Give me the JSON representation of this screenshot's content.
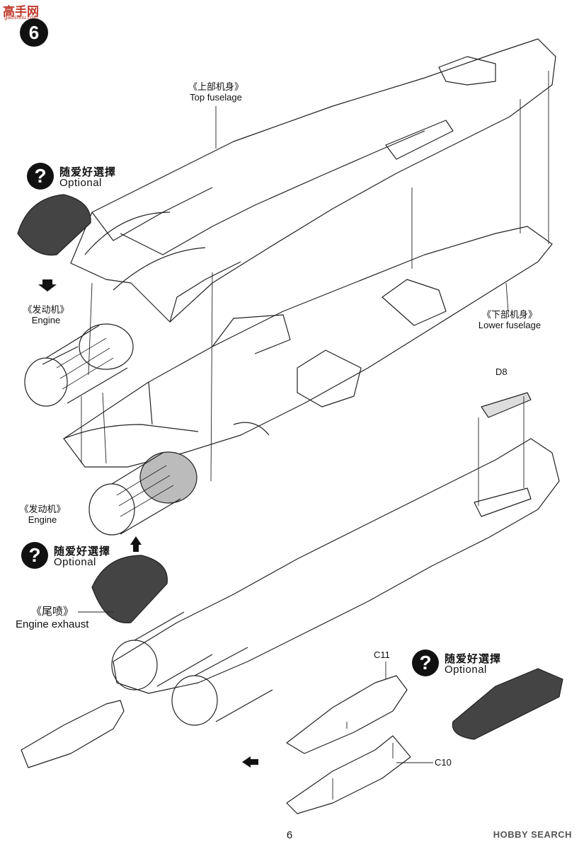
{
  "watermark": {
    "main": "高手网",
    "sub": "gaoshou.com"
  },
  "step_number": "6",
  "labels": {
    "top_fuselage": {
      "cn": "《上部机身》",
      "en": "Top fuselage"
    },
    "lower_fuselage": {
      "cn": "《下部机身》",
      "en": "Lower fuselage"
    },
    "engine_1": {
      "cn": "《发动机》",
      "en": "Engine"
    },
    "engine_2": {
      "cn": "《发动机》",
      "en": "Engine"
    },
    "exhaust": {
      "cn": "《尾喷》",
      "en": "Engine exhaust"
    }
  },
  "optional_badges": [
    {
      "icon": "question-mark-icon",
      "cn": "随爱好選擇",
      "en": "Optional"
    },
    {
      "icon": "question-mark-icon",
      "cn": "随爱好選擇",
      "en": "Optional"
    },
    {
      "icon": "question-mark-icon",
      "cn": "随爱好選擇",
      "en": "Optional"
    }
  ],
  "part_numbers": {
    "d8": "D8",
    "c11": "C11",
    "c10": "C10"
  },
  "page_number": "6",
  "footer_brand": "HOBBY SEARCH"
}
